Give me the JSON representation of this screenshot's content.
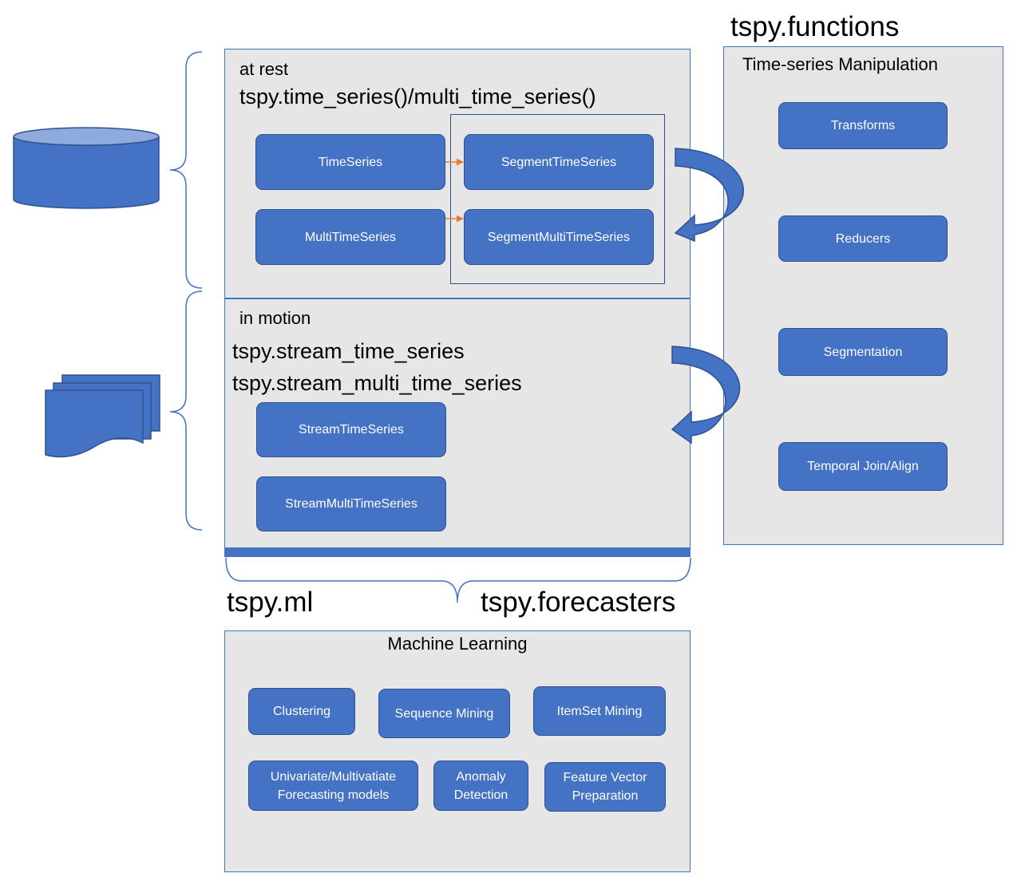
{
  "colors": {
    "node_fill": "#4472c4",
    "node_border": "#2f528f",
    "panel_fill": "#e7e6e6",
    "panel_border": "#4472c4",
    "arrow_dark": "#2f528f",
    "connector_orange": "#ed7d31"
  },
  "sources": {
    "datastore": "DataStore",
    "stream": "Stream"
  },
  "at_rest": {
    "heading": "at rest",
    "api": "tspy.time_series()/multi_time_series()",
    "nodes": {
      "time_series": "TimeSeries",
      "multi_time_series": "MultiTimeSeries",
      "segment_time_series": "SegmentTimeSeries",
      "segment_multi_time_series": "SegmentMultiTimeSeries"
    }
  },
  "in_motion": {
    "heading": "in motion",
    "api_line1": "tspy.stream_time_series",
    "api_line2": "tspy.stream_multi_time_series",
    "nodes": {
      "stream_time_series": "StreamTimeSeries",
      "stream_multi_time_series": "StreamMultiTimeSeries"
    }
  },
  "functions": {
    "module": "tspy.functions",
    "heading": "Time-series Manipulation",
    "items": [
      "Transforms",
      "Reducers",
      "Segmentation",
      "Temporal Join/Align"
    ]
  },
  "ml": {
    "module_ml": "tspy.ml",
    "module_forecasters": "tspy.forecasters",
    "heading": "Machine Learning",
    "items": [
      "Clustering",
      "Sequence Mining",
      "ItemSet Mining",
      "Univariate/Multivatiate\nForecasting models",
      "Anomaly\nDetection",
      "Feature Vector\nPreparation"
    ]
  }
}
